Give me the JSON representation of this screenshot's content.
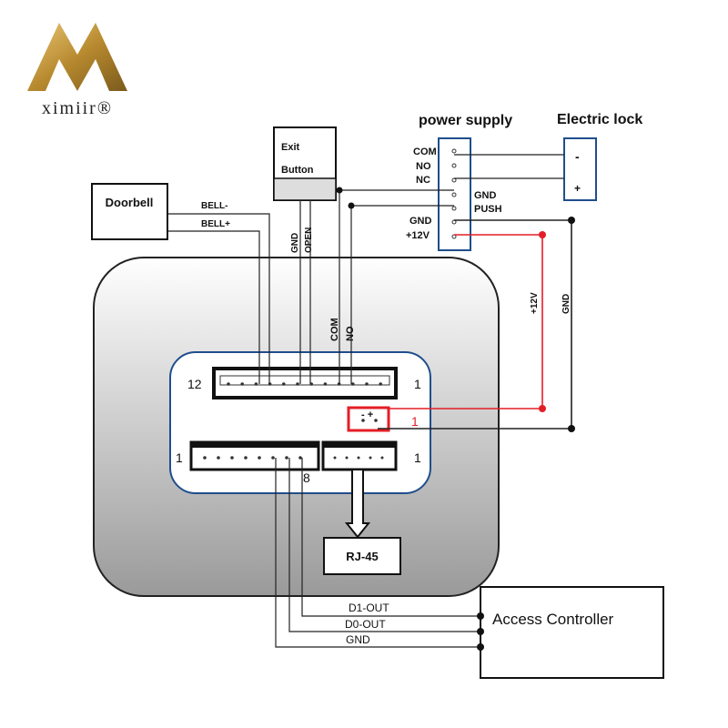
{
  "brand": {
    "name": "ximiir®",
    "logo_letter": "M"
  },
  "colors": {
    "red": "#e41e26",
    "line": "#222222",
    "frame": "#1f4e8c",
    "gold": "#c9a043"
  },
  "doorbell": {
    "label": "Doorbell",
    "bell_minus": "BELL-",
    "bell_plus": "BELL+"
  },
  "exit_button": {
    "line1": "Exit",
    "line2": "Button",
    "gnd": "GND",
    "open": "OPEN"
  },
  "power_supply": {
    "title": "power supply",
    "com": "COM",
    "no": "NO",
    "nc": "NC",
    "gnd_left": "GND",
    "plus12": "+12V",
    "gnd_right": "GND",
    "push": "PUSH"
  },
  "electric_lock": {
    "title": "Electric lock",
    "minus": "-",
    "plus": "+"
  },
  "wires": {
    "com": "COM",
    "no": "NO",
    "plus12v": "+12V",
    "gnd": "GND"
  },
  "connectors": {
    "top_left": "12",
    "top_right": "1",
    "power_polarity": "- +",
    "power_num": "1",
    "bottom_left": "1",
    "bottom_pin": "8",
    "bottom_right": "1"
  },
  "rj45": {
    "label": "RJ-45"
  },
  "access_controller": {
    "title": "Access Controller",
    "d1": "D1-OUT",
    "d0": "D0-OUT",
    "gnd": "GND"
  }
}
